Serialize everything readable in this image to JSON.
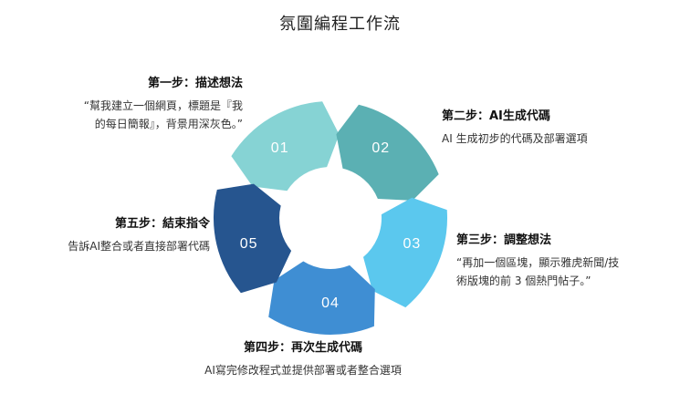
{
  "title": "氛圍編程工作流",
  "colors": {
    "s01": "#86D3D4",
    "s02": "#5BB0B3",
    "s03": "#5BC8EE",
    "s04": "#3F8ED3",
    "s05": "#26558F"
  },
  "steps": [
    {
      "num": "01",
      "heading": "第一步：描述想法",
      "desc_line1": "“幫我建立一個網頁，標題是『我",
      "desc_line2": "的每日簡報』，背景用深灰色。”"
    },
    {
      "num": "02",
      "heading": "第二步：AI生成代碼",
      "desc_line1": "AI 生成初步的代碼及部署選項"
    },
    {
      "num": "03",
      "heading": "第三步：調整想法",
      "desc_line1": "“再加一個區塊，顯示雅虎新聞/技",
      "desc_line2": "術版塊的前 3 個熱門帖子。”"
    },
    {
      "num": "04",
      "heading": "第四步：再次生成代碼",
      "desc_line1": "AI寫完修改程式並提供部署或者整合選項"
    },
    {
      "num": "05",
      "heading": "第五步：結束指令",
      "desc_line1": "告訴AI整合或者直接部署代碼"
    }
  ]
}
